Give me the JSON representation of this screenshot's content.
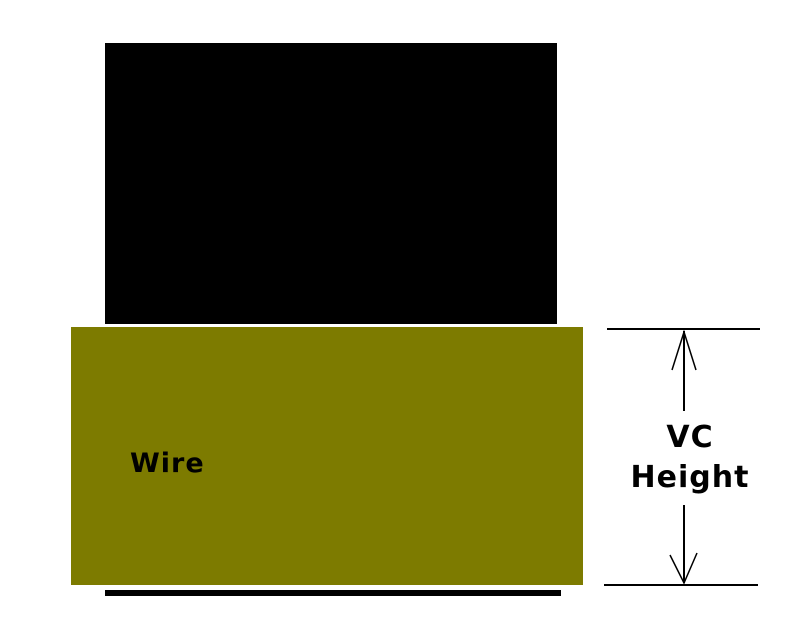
{
  "diagram": {
    "wire_label": "Wire",
    "dimension_label_line1": "VC",
    "dimension_label_line2": "Height",
    "colors": {
      "core": "#000000",
      "wire": "#7d7b00",
      "lines": "#000000"
    }
  }
}
